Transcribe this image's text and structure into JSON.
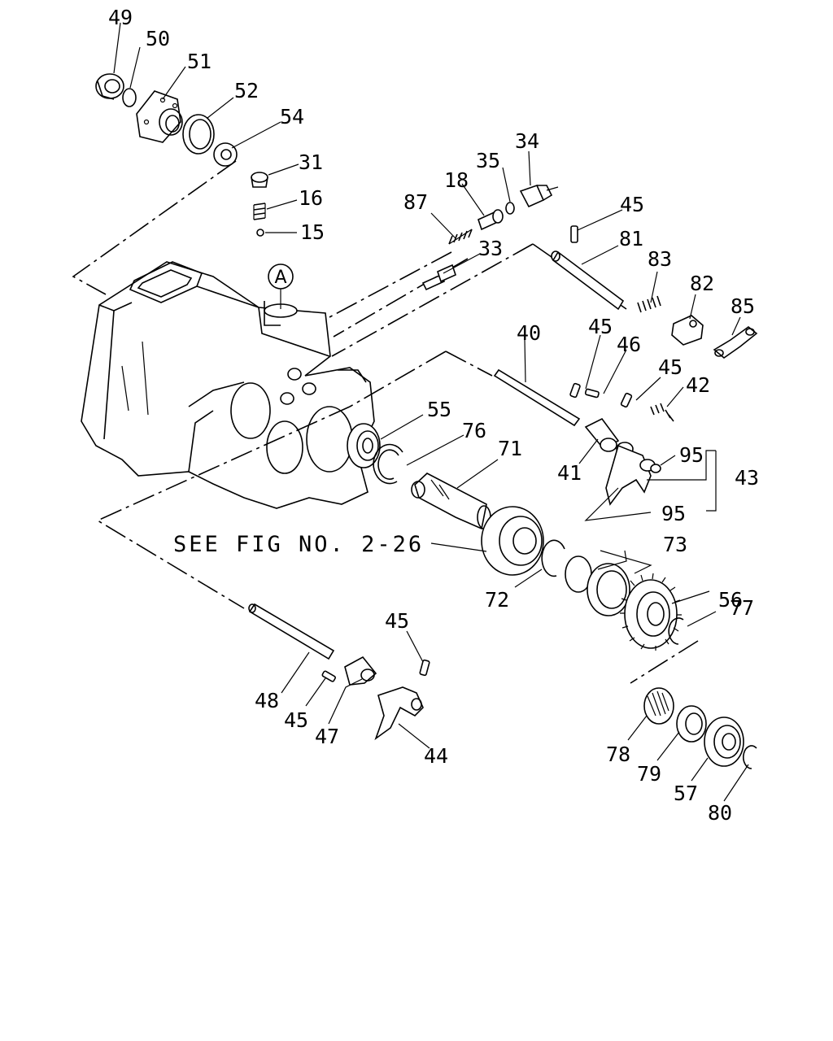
{
  "diagram": {
    "labels": {
      "p49": "49",
      "p50": "50",
      "p51": "51",
      "p52": "52",
      "p54": "54",
      "p31": "31",
      "p16": "16",
      "p15": "15",
      "p34": "34",
      "p35": "35",
      "p18": "18",
      "p87": "87",
      "p33": "33",
      "p45a": "45",
      "p81": "81",
      "p83": "83",
      "p82": "82",
      "p85": "85",
      "p40": "40",
      "p45b": "45",
      "p46": "46",
      "p45c": "45",
      "p42": "42",
      "p55": "55",
      "p76": "76",
      "p71": "71",
      "p41": "41",
      "p95a": "95",
      "p43": "43",
      "p95b": "95",
      "p73": "73",
      "p72": "72",
      "p56": "56",
      "p77": "77",
      "p45d": "45",
      "p48": "48",
      "p45e": "45",
      "p47": "47",
      "p44": "44",
      "p78": "78",
      "p79": "79",
      "p57": "57",
      "p80": "80"
    },
    "reference_note": "SEE FIG NO. 2-26",
    "view_marker": "A"
  }
}
